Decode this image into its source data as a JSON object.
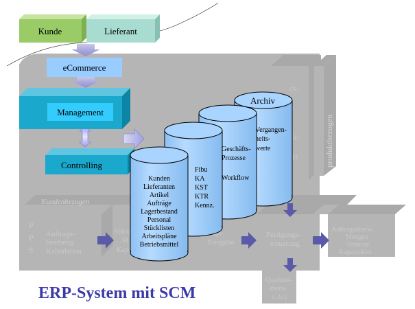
{
  "title": "ERP-System mit SCM",
  "top": {
    "kunde": "Kunde",
    "lieferant": "Lieferant",
    "ecommerce": "eCommerce",
    "management": "Management",
    "controlling": "Controlling"
  },
  "background": {
    "kundenbezogen": "Kundenbezogen",
    "produktbezogen": "produktbezogen",
    "pps": [
      "P",
      "P",
      "S"
    ],
    "auftrag": [
      "Auftrags-",
      "bearbeitg",
      "Kalkulation"
    ],
    "ablauf": [
      "Ablau-",
      "M",
      "Kapa"
    ],
    "freigabe": [
      "ags-",
      "Freigabe"
    ],
    "fertigung": [
      "Fertigungs-",
      "steuerung"
    ],
    "ueberw": [
      "Auftragsüberw.",
      "Mengen",
      "Termine",
      "Kapazitäten"
    ],
    "qualitaet": [
      "Qualitäts-",
      "überw.",
      "CAQ"
    ],
    "partial": [
      "ck-",
      "ck-",
      "D"
    ]
  },
  "cylinders": {
    "archiv": {
      "title": "Archiv",
      "lines": [
        "Vergangen-",
        "heits-",
        "werte"
      ]
    },
    "geschaeft": {
      "lines": [
        "Geschäfts-",
        "Prozesse",
        "",
        "Workflow"
      ]
    },
    "fibu": {
      "lines": [
        "Fibu",
        "KA",
        "KST",
        "KTR",
        "Kennz."
      ]
    },
    "kunden": {
      "lines": [
        "Kunden",
        "Lieferanten",
        "Artikel",
        "Aufträge",
        "Lagerbestand",
        "Personal",
        "Stücklisten",
        "Arbeitspläne",
        "Betriebsmittel"
      ]
    }
  },
  "colors": {
    "kunde": "#99cc66",
    "lieferant": "#a8dcd0",
    "ecommerce": "#99ccff",
    "management": "#1aa8cc",
    "controlling": "#1aa8cc",
    "cylinder": "#99ccff",
    "arrow": "#5a5aa8",
    "title": "#3a3aa8"
  }
}
